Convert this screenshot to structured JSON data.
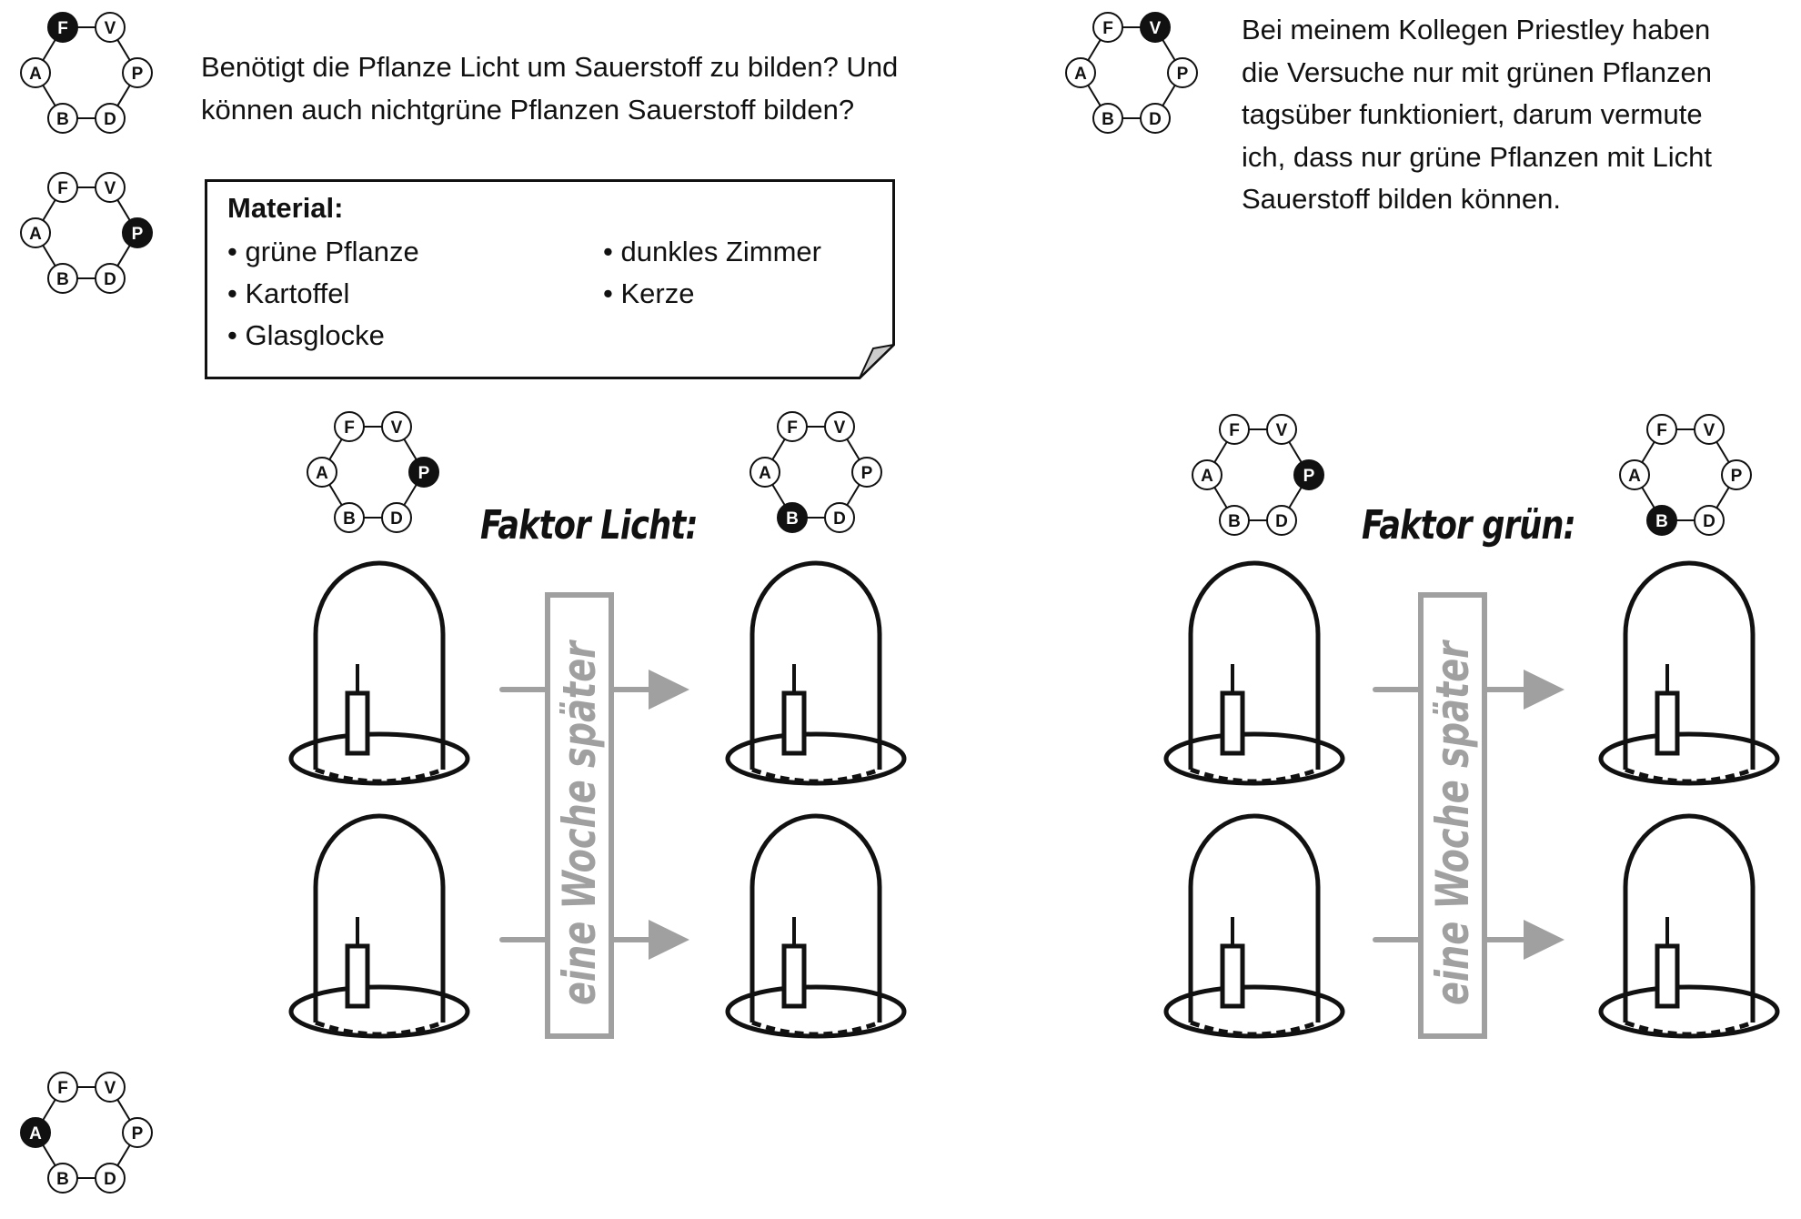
{
  "question": [
    "Benötigt die Pflanze Licht um Sauerstoff zu bilden? Und",
    "können auch nichtgrüne Pflanzen Sauerstoff bilden?"
  ],
  "hypothesis": [
    "Bei meinem Kollegen Priestley haben",
    "die Versuche nur mit grünen Pflanzen",
    "tagsüber funktioniert, darum vermute",
    "ich, dass nur grüne Pflanzen mit Licht",
    "Sauerstoff bilden können."
  ],
  "material": {
    "title": "Material:",
    "items": [
      "grüne Pflanze",
      "Kartoffel",
      "Glasglocke",
      "dunkles Zimmer",
      "Kerze"
    ]
  },
  "hex_nodes": [
    "F",
    "V",
    "A",
    "P",
    "B",
    "D"
  ],
  "hex_diagrams": [
    {
      "id": "question",
      "active": "F"
    },
    {
      "id": "hypothesis",
      "active": "V"
    },
    {
      "id": "material",
      "active": "P"
    },
    {
      "id": "licht-plan",
      "active": "P"
    },
    {
      "id": "licht-observe",
      "active": "B"
    },
    {
      "id": "gruen-plan",
      "active": "P"
    },
    {
      "id": "gruen-observe",
      "active": "B"
    },
    {
      "id": "analysis",
      "active": "A"
    }
  ],
  "experiments": [
    {
      "title": "Faktor Licht:",
      "interval": "eine Woche später"
    },
    {
      "title": "Faktor grün:",
      "interval": "eine Woche später"
    }
  ],
  "colors": {
    "ink": "#111111",
    "grey": "#a0a0a0"
  }
}
